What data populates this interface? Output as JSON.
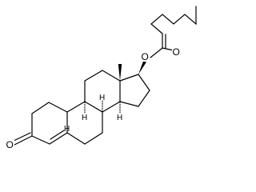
{
  "molecule": {
    "atoms": {
      "carbonyl_oxygen": "O",
      "ester_oxygen": "O",
      "ester_carbonyl_oxygen": "O",
      "stereo_h_c8": "H",
      "stereo_h_c9": "H",
      "stereo_h_c10": "H",
      "stereo_h_c14": "H"
    }
  }
}
